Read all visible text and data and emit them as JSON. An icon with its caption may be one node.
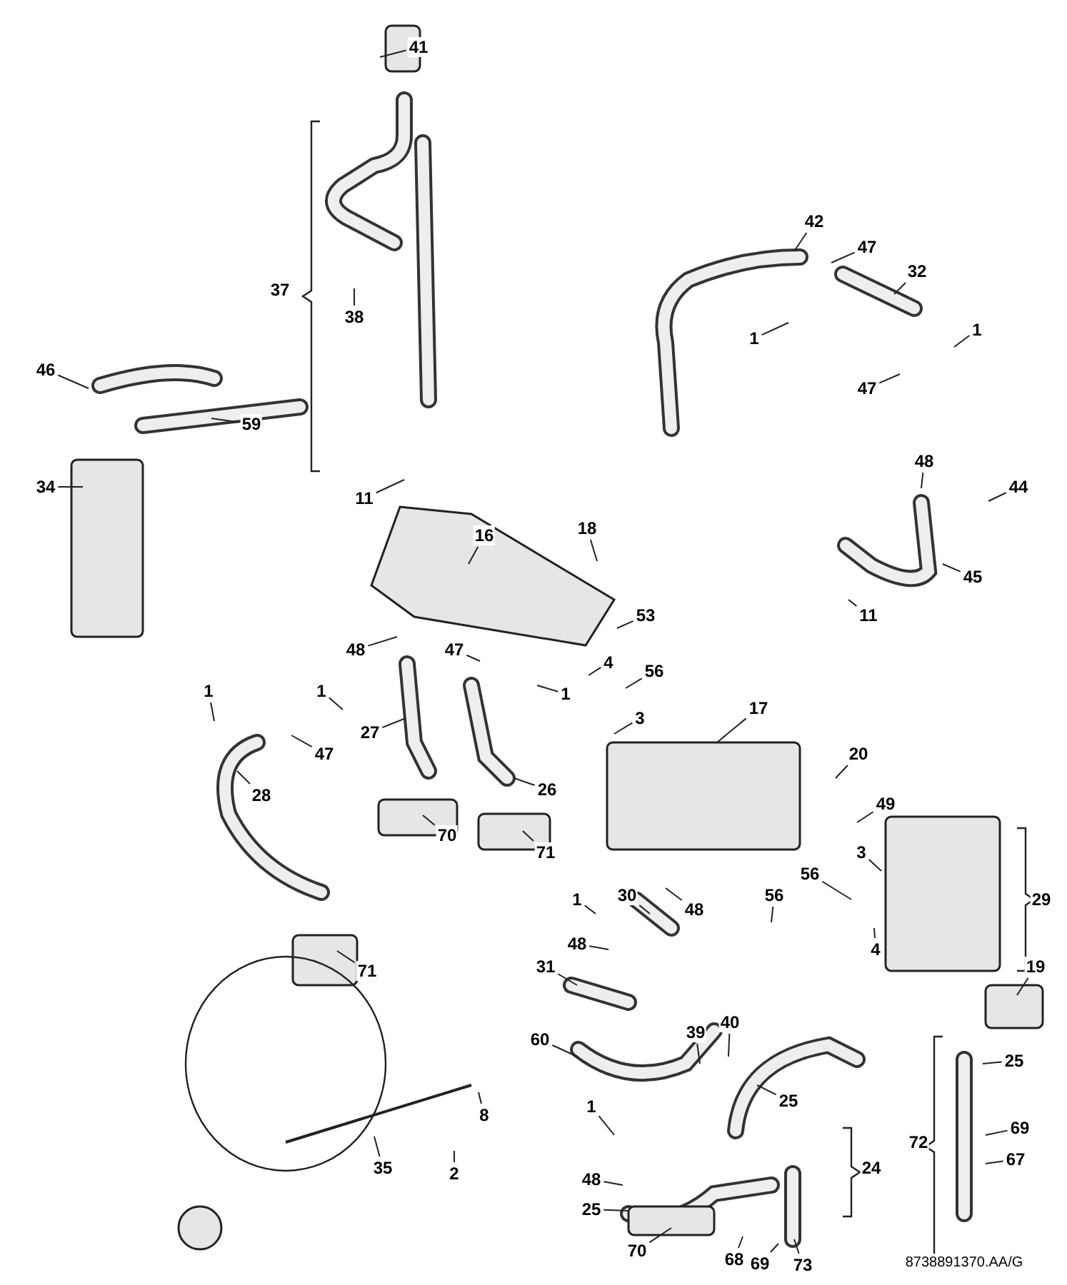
{
  "diagram": {
    "nodes": [
      {
        "text": [
          "41"
        ]
      },
      {
        "text": [
          "38"
        ]
      },
      {
        "text": [
          "46"
        ]
      },
      {
        "text": [
          "59"
        ]
      },
      {
        "text": [
          "34"
        ]
      },
      {
        "text": [
          "11"
        ]
      },
      {
        "text": [
          "16"
        ]
      },
      {
        "text": [
          "18"
        ]
      },
      {
        "text": [
          "42"
        ]
      },
      {
        "text": [
          "47"
        ]
      },
      {
        "text": [
          "32"
        ]
      },
      {
        "text": [
          "1"
        ]
      },
      {
        "text": [
          "1"
        ]
      },
      {
        "text": [
          "47"
        ]
      },
      {
        "text": [
          "48"
        ]
      },
      {
        "text": [
          "44"
        ]
      },
      {
        "text": [
          "45"
        ]
      },
      {
        "text": [
          "11"
        ]
      },
      {
        "text": [
          "53"
        ]
      },
      {
        "text": [
          "48"
        ]
      },
      {
        "text": [
          "47"
        ]
      },
      {
        "text": [
          "4"
        ]
      },
      {
        "text": [
          "56"
        ]
      },
      {
        "text": [
          "1"
        ]
      },
      {
        "text": [
          "1"
        ]
      },
      {
        "text": [
          "3"
        ]
      },
      {
        "text": [
          "17"
        ]
      },
      {
        "text": [
          "1"
        ]
      },
      {
        "text": [
          "47"
        ]
      },
      {
        "text": [
          "27"
        ]
      },
      {
        "text": [
          "28"
        ]
      },
      {
        "text": [
          "26"
        ]
      },
      {
        "text": [
          "20"
        ]
      },
      {
        "text": [
          "49"
        ]
      },
      {
        "text": [
          "70"
        ]
      },
      {
        "text": [
          "71"
        ]
      },
      {
        "text": [
          "3"
        ]
      },
      {
        "text": [
          "30"
        ]
      },
      {
        "text": [
          "56"
        ]
      },
      {
        "text": [
          "56"
        ]
      },
      {
        "text": [
          "48"
        ]
      },
      {
        "text": [
          "1"
        ]
      },
      {
        "text": [
          "48"
        ]
      },
      {
        "text": [
          "4"
        ]
      },
      {
        "text": [
          "71"
        ]
      },
      {
        "text": [
          "19"
        ]
      },
      {
        "text": [
          "31"
        ]
      },
      {
        "text": [
          "60"
        ]
      },
      {
        "text": [
          "39"
        ]
      },
      {
        "text": [
          "40"
        ]
      },
      {
        "text": [
          "25"
        ]
      },
      {
        "text": [
          "25"
        ]
      },
      {
        "text": [
          "69"
        ]
      },
      {
        "text": [
          "67"
        ]
      },
      {
        "text": [
          "8"
        ]
      },
      {
        "text": [
          "35"
        ]
      },
      {
        "text": [
          "2"
        ]
      },
      {
        "text": [
          "1"
        ]
      },
      {
        "text": [
          "48"
        ]
      },
      {
        "text": [
          "25"
        ]
      },
      {
        "text": [
          "70"
        ]
      },
      {
        "text": [
          "68"
        ]
      },
      {
        "text": [
          "69"
        ]
      },
      {
        "text": [
          "73"
        ]
      },
      {
        "text": [
          "37"
        ]
      },
      {
        "text": [
          "29"
        ]
      },
      {
        "text": [
          "24"
        ]
      },
      {
        "text": [
          "72"
        ]
      }
    ],
    "edges": [
      {
        "from": 0,
        "to": null,
        "arrow": "none"
      },
      {
        "from": 1,
        "to": null,
        "arrow": "none"
      },
      {
        "from": 2,
        "to": null,
        "arrow": "none"
      },
      {
        "from": 3,
        "to": null,
        "arrow": "none"
      },
      {
        "from": 4,
        "to": null,
        "arrow": "none"
      },
      {
        "from": 5,
        "to": null,
        "arrow": "none"
      },
      {
        "from": 6,
        "to": null,
        "arrow": "none"
      },
      {
        "from": 7,
        "to": null,
        "arrow": "none"
      },
      {
        "from": 8,
        "to": null,
        "arrow": "none"
      },
      {
        "from": 9,
        "to": null,
        "arrow": "none"
      },
      {
        "from": 10,
        "to": null,
        "arrow": "none"
      },
      {
        "from": 11,
        "to": null,
        "arrow": "none"
      },
      {
        "from": 12,
        "to": null,
        "arrow": "none"
      },
      {
        "from": 13,
        "to": null,
        "arrow": "none"
      },
      {
        "from": 14,
        "to": null,
        "arrow": "none"
      },
      {
        "from": 15,
        "to": null,
        "arrow": "none"
      },
      {
        "from": 16,
        "to": null,
        "arrow": "none"
      },
      {
        "from": 17,
        "to": null,
        "arrow": "none"
      },
      {
        "from": 18,
        "to": null,
        "arrow": "none"
      },
      {
        "from": 19,
        "to": null,
        "arrow": "none"
      },
      {
        "from": 20,
        "to": null,
        "arrow": "none"
      },
      {
        "from": 21,
        "to": null,
        "arrow": "none"
      },
      {
        "from": 22,
        "to": null,
        "arrow": "none"
      },
      {
        "from": 23,
        "to": null,
        "arrow": "none"
      },
      {
        "from": 24,
        "to": null,
        "arrow": "none"
      },
      {
        "from": 25,
        "to": null,
        "arrow": "none"
      },
      {
        "from": 26,
        "to": null,
        "arrow": "none"
      },
      {
        "from": 27,
        "to": null,
        "arrow": "none"
      },
      {
        "from": 28,
        "to": null,
        "arrow": "none"
      },
      {
        "from": 29,
        "to": null,
        "arrow": "none"
      },
      {
        "from": 30,
        "to": null,
        "arrow": "none"
      },
      {
        "from": 31,
        "to": null,
        "arrow": "none"
      },
      {
        "from": 32,
        "to": null,
        "arrow": "none"
      },
      {
        "from": 33,
        "to": null,
        "arrow": "none"
      },
      {
        "from": 34,
        "to": null,
        "arrow": "none"
      },
      {
        "from": 35,
        "to": null,
        "arrow": "none"
      },
      {
        "from": 36,
        "to": null,
        "arrow": "none"
      },
      {
        "from": 37,
        "to": null,
        "arrow": "none"
      },
      {
        "from": 38,
        "to": null,
        "arrow": "none"
      },
      {
        "from": 39,
        "to": null,
        "arrow": "none"
      },
      {
        "from": 40,
        "to": null,
        "arrow": "none"
      },
      {
        "from": 41,
        "to": null,
        "arrow": "none"
      },
      {
        "from": 42,
        "to": null,
        "arrow": "none"
      },
      {
        "from": 43,
        "to": null,
        "arrow": "none"
      },
      {
        "from": 44,
        "to": null,
        "arrow": "none"
      },
      {
        "from": 45,
        "to": null,
        "arrow": "none"
      },
      {
        "from": 46,
        "to": null,
        "arrow": "none"
      },
      {
        "from": 47,
        "to": null,
        "arrow": "none"
      },
      {
        "from": 48,
        "to": null,
        "arrow": "none"
      },
      {
        "from": 49,
        "to": null,
        "arrow": "none"
      },
      {
        "from": 50,
        "to": null,
        "arrow": "none"
      },
      {
        "from": 51,
        "to": null,
        "arrow": "none"
      },
      {
        "from": 52,
        "to": null,
        "arrow": "none"
      },
      {
        "from": 53,
        "to": null,
        "arrow": "none"
      },
      {
        "from": 54,
        "to": null,
        "arrow": "none"
      },
      {
        "from": 55,
        "to": null,
        "arrow": "none"
      },
      {
        "from": 56,
        "to": null,
        "arrow": "none"
      },
      {
        "from": 57,
        "to": null,
        "arrow": "none"
      },
      {
        "from": 58,
        "to": null,
        "arrow": "none"
      },
      {
        "from": 59,
        "to": null,
        "arrow": "none"
      },
      {
        "from": 60,
        "to": null,
        "arrow": "none"
      },
      {
        "from": 61,
        "to": null,
        "arrow": "none"
      },
      {
        "from": 62,
        "to": null,
        "arrow": "none"
      },
      {
        "from": 63,
        "to": null,
        "arrow": "none"
      }
    ],
    "labels": [
      "8738891370.AA/G"
    ]
  }
}
